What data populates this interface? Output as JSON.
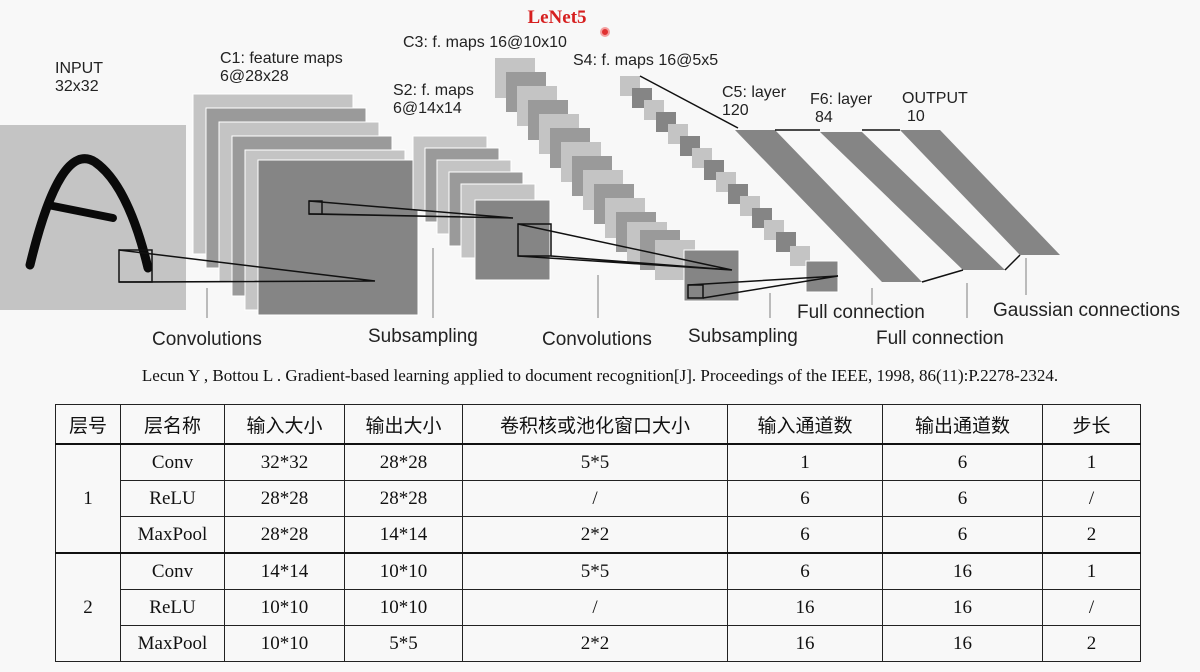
{
  "title": "LeNet5",
  "diagram": {
    "input_label": "INPUT",
    "input_size": "32x32",
    "c1_label": "C1: feature maps",
    "c1_size": "6@28x28",
    "s2_label": "S2: f. maps",
    "s2_size": "6@14x14",
    "c3_label": "C3: f. maps 16@10x10",
    "s4_label": "S4: f. maps 16@5x5",
    "c5_label": "C5: layer",
    "c5_size": "120",
    "f6_label": "F6: layer",
    "f6_size": "84",
    "output_label": "OUTPUT",
    "output_size": "10",
    "op_convolutions_1": "Convolutions",
    "op_subsampling_1": "Subsampling",
    "op_convolutions_2": "Convolutions",
    "op_subsampling_2": "Subsampling",
    "op_full_connection_1": "Full connection",
    "op_full_connection_2": "Full connection",
    "op_gaussian": "Gaussian connections"
  },
  "citation": "Lecun Y , Bottou L . Gradient-based learning applied to document recognition[J]. Proceedings of the IEEE, 1998, 86(11):P.2278-2324.",
  "table": {
    "headers": [
      "层号",
      "层名称",
      "输入大小",
      "输出大小",
      "卷积核或池化窗口大小",
      "输入通道数",
      "输出通道数",
      "步长"
    ],
    "groups": [
      {
        "layer": "1",
        "rows": [
          [
            "Conv",
            "32*32",
            "28*28",
            "5*5",
            "1",
            "6",
            "1"
          ],
          [
            "ReLU",
            "28*28",
            "28*28",
            "/",
            "6",
            "6",
            "/"
          ],
          [
            "MaxPool",
            "28*28",
            "14*14",
            "2*2",
            "6",
            "6",
            "2"
          ]
        ]
      },
      {
        "layer": "2",
        "rows": [
          [
            "Conv",
            "14*14",
            "10*10",
            "5*5",
            "6",
            "16",
            "1"
          ],
          [
            "ReLU",
            "10*10",
            "10*10",
            "/",
            "16",
            "16",
            "/"
          ],
          [
            "MaxPool",
            "10*10",
            "5*5",
            "2*2",
            "16",
            "16",
            "2"
          ]
        ]
      }
    ]
  }
}
